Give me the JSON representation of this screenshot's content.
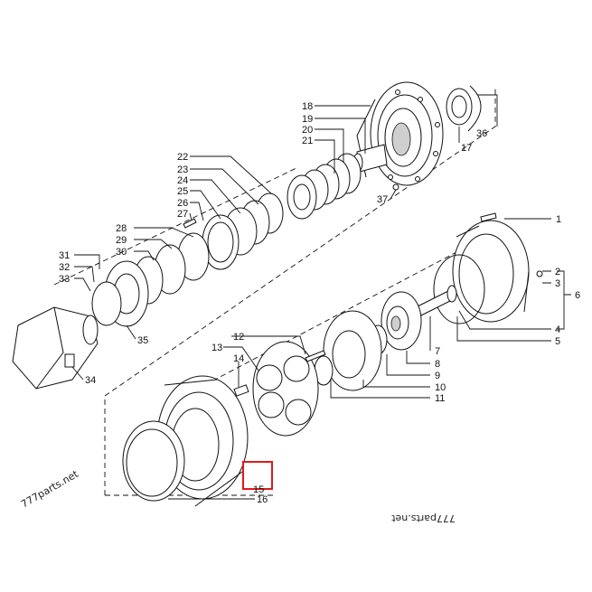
{
  "callouts": [
    "1",
    "2",
    "3",
    "4",
    "5",
    "6",
    "7",
    "8",
    "9",
    "10",
    "11",
    "12",
    "13",
    "14",
    "15",
    "16",
    "17",
    "18",
    "19",
    "20",
    "21",
    "22",
    "23",
    "24",
    "25",
    "26",
    "27",
    "28",
    "29",
    "30",
    "31",
    "32",
    "33",
    "34",
    "35",
    "36",
    "37"
  ],
  "watermarks": [
    "777parts.net",
    "777parts.net"
  ],
  "highlight_color": "#e01919"
}
